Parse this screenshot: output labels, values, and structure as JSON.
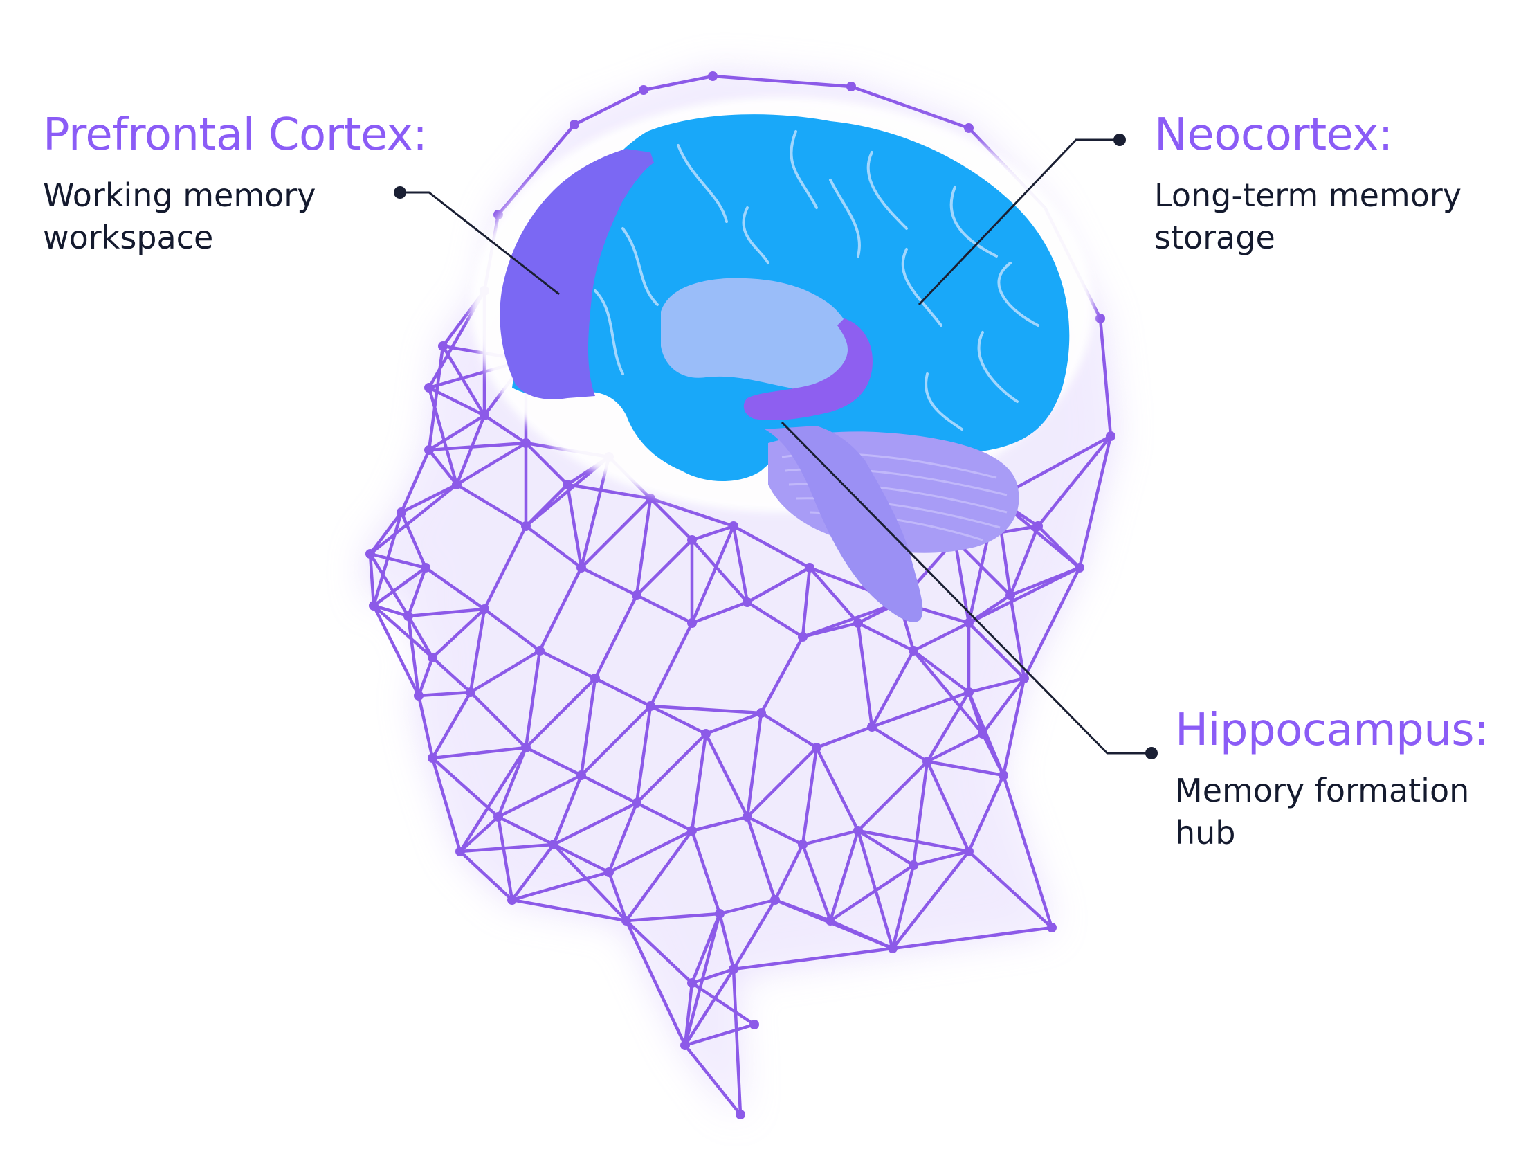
{
  "colors": {
    "heading": "#8b5cf6",
    "text": "#141a2e",
    "mesh": "#8c5ae8",
    "glow": "#c9b3f7",
    "neocortex": "#19a8f9",
    "prefrontal": "#7b68f3",
    "hippocampus": "#8e5ff0",
    "cerebellum": "#a89cf6",
    "leader": "#1a1f33"
  },
  "labels": {
    "prefrontal": {
      "title": "Prefrontal Cortex:",
      "line1": "Working memory",
      "line2": "workspace"
    },
    "neocortex": {
      "title": "Neocortex:",
      "line1": "Long-term memory",
      "line2": "storage"
    },
    "hippocampus": {
      "title": "Hippocampus:",
      "line1": "Memory formation",
      "line2": "hub"
    }
  }
}
